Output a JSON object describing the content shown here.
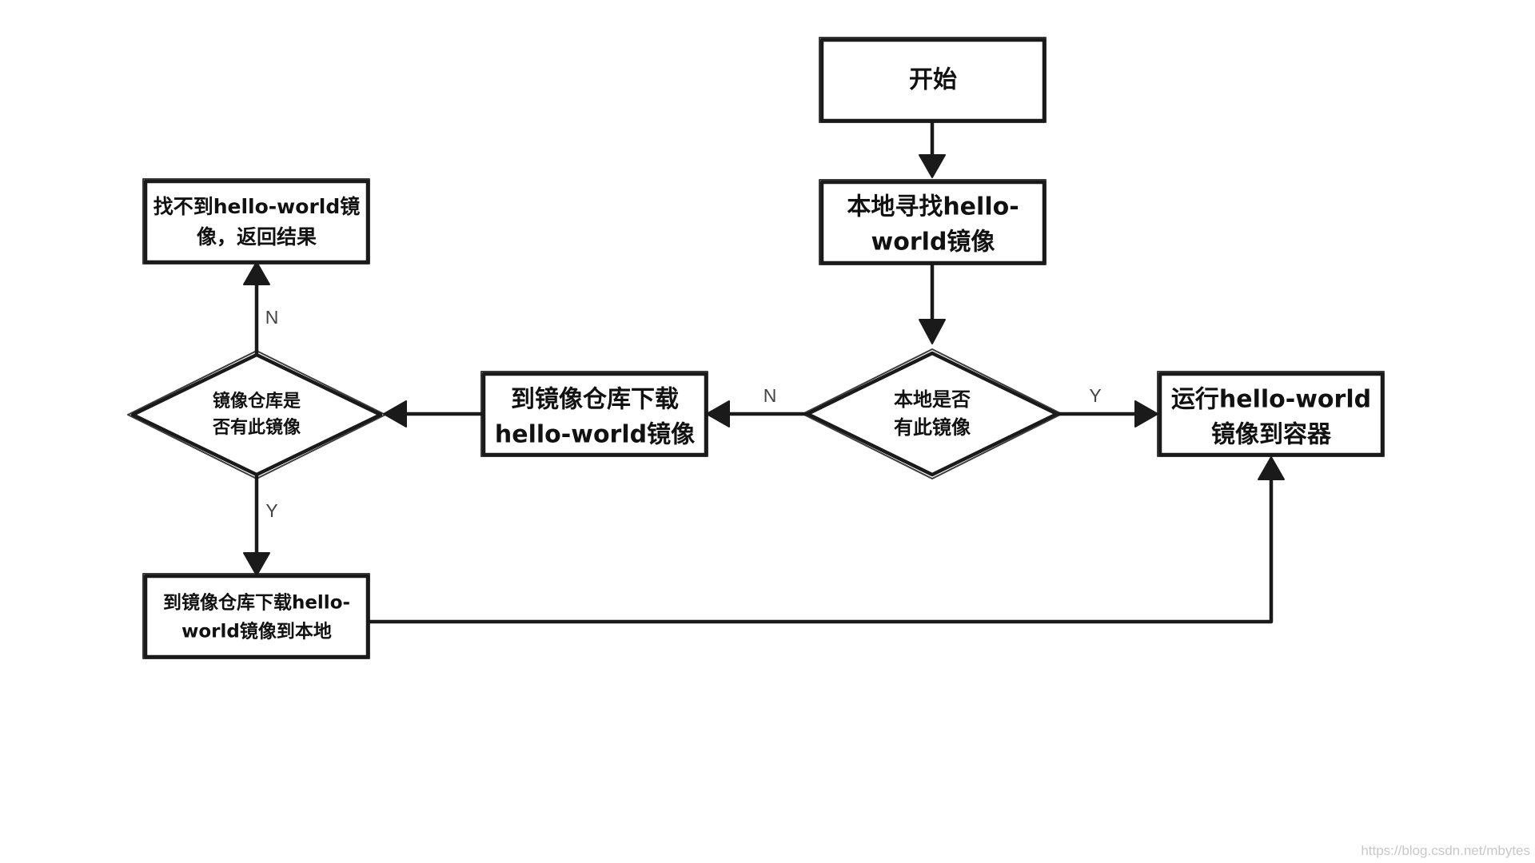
{
  "nodes": {
    "start": {
      "line1": "开始",
      "line2": ""
    },
    "find_local": {
      "line1": "本地寻找hello-",
      "line2": "world镜像"
    },
    "local_exists": {
      "line1": "本地是否",
      "line2": "有此镜像"
    },
    "run_container": {
      "line1": "运行hello-world",
      "line2": "镜像到容器"
    },
    "download_from_repo": {
      "line1": "到镜像仓库下载",
      "line2": "hello-world镜像"
    },
    "repo_exists": {
      "line1": "镜像仓库是",
      "line2": "否有此镜像"
    },
    "not_found": {
      "line1": "找不到hello-world镜",
      "line2": "像，返回结果"
    },
    "download_to_local": {
      "line1": "到镜像仓库下载hello-",
      "line2": "world镜像到本地"
    }
  },
  "edge_labels": {
    "local_no": "N",
    "local_yes": "Y",
    "repo_no": "N",
    "repo_yes": "Y"
  },
  "watermark": "https://blog.csdn.net/mbytes"
}
